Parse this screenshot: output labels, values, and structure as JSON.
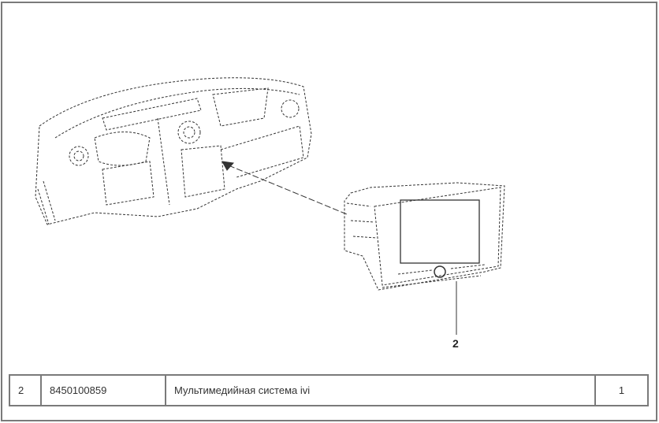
{
  "diagram": {
    "callout_label": "2"
  },
  "parts_table": {
    "rows": [
      {
        "position": "2",
        "part_number": "8450100859",
        "description": "Мультимедийная система ivi",
        "quantity": "1"
      }
    ]
  }
}
